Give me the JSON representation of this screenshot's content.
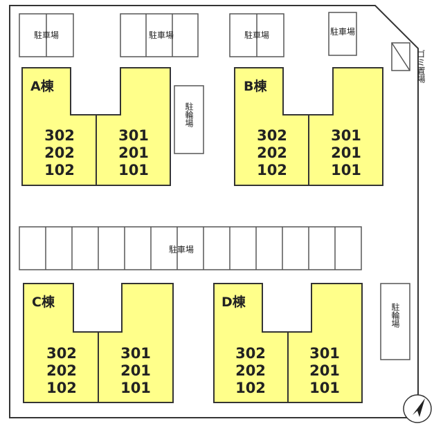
{
  "labels": {
    "parking": "駐車場",
    "bicycle_parking": "駐輪場",
    "garbage_area": "ゴミ置場"
  },
  "buildings": [
    {
      "name": "A棟",
      "left_units": [
        "302",
        "202",
        "102"
      ],
      "right_units": [
        "301",
        "201",
        "101"
      ]
    },
    {
      "name": "B棟",
      "left_units": [
        "302",
        "202",
        "102"
      ],
      "right_units": [
        "301",
        "201",
        "101"
      ]
    },
    {
      "name": "C棟",
      "left_units": [
        "302",
        "202",
        "102"
      ],
      "right_units": [
        "301",
        "201",
        "101"
      ]
    },
    {
      "name": "D棟",
      "left_units": [
        "302",
        "202",
        "102"
      ],
      "right_units": [
        "301",
        "201",
        "101"
      ]
    }
  ],
  "colors": {
    "building_fill": "#ffff8a",
    "outline": "#333333",
    "background": "#ffffff"
  },
  "compass": {
    "icon": "north-arrow-icon"
  }
}
